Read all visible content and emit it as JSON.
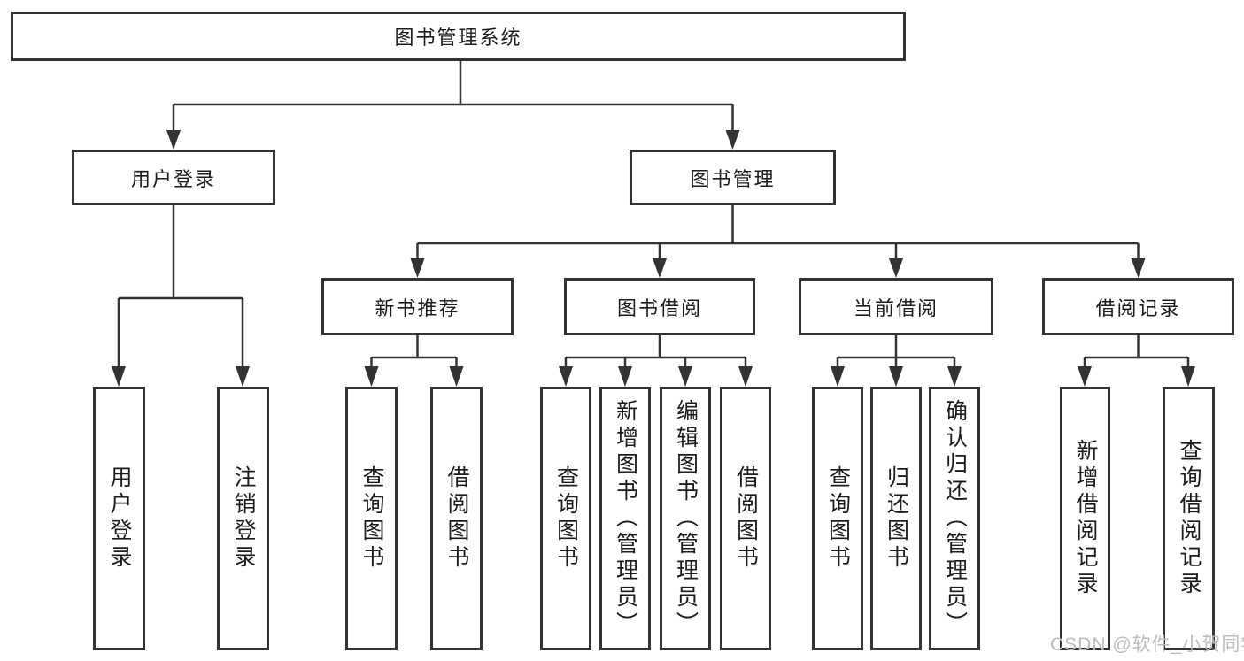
{
  "diagram": {
    "root": {
      "label": "图书管理系统",
      "children": [
        {
          "label": "用户登录",
          "children": [
            {
              "label": "用户登录"
            },
            {
              "label": "注销登录"
            }
          ]
        },
        {
          "label": "图书管理",
          "children": [
            {
              "label": "新书推荐",
              "children": [
                {
                  "label": "查询图书"
                },
                {
                  "label": "借阅图书"
                }
              ]
            },
            {
              "label": "图书借阅",
              "children": [
                {
                  "label": "查询图书"
                },
                {
                  "label": "新增图书（管理员）"
                },
                {
                  "label": "编辑图书（管理员）"
                },
                {
                  "label": "借阅图书"
                }
              ]
            },
            {
              "label": "当前借阅",
              "children": [
                {
                  "label": "查询图书"
                },
                {
                  "label": "归还图书"
                },
                {
                  "label": "确认归还（管理员）"
                }
              ]
            },
            {
              "label": "借阅记录",
              "children": [
                {
                  "label": "新增借阅记录"
                },
                {
                  "label": "查询借阅记录"
                }
              ]
            }
          ]
        }
      ]
    }
  },
  "watermark": {
    "text": "CSDN @软件_小贺同学"
  },
  "colors": {
    "line": "#333333",
    "text": "#1c1c1c",
    "watermark": "#bdbdbd",
    "background": "#ffffff"
  }
}
